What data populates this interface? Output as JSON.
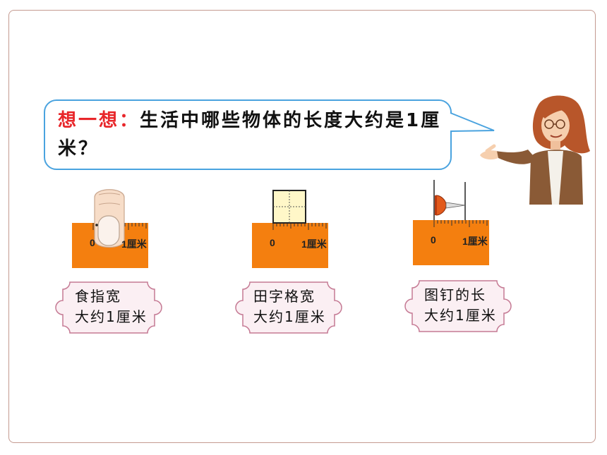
{
  "speech": {
    "prompt": "想一想：",
    "question": "生活中哪些物体的长度大约是1厘米？"
  },
  "examples": [
    {
      "object": "finger",
      "ruler_zero": "0",
      "ruler_one": "1厘米",
      "caption_line1": "食指宽",
      "caption_line2": "大约1厘米"
    },
    {
      "object": "grid",
      "ruler_zero": "0",
      "ruler_one": "1厘米",
      "caption_line1": "田字格宽",
      "caption_line2": "大约1厘米"
    },
    {
      "object": "pushpin",
      "ruler_zero": "0",
      "ruler_one": "1厘米",
      "caption_line1": "图钉的长",
      "caption_line2": "大约1厘米"
    }
  ],
  "colors": {
    "ruler": "#f47f0f",
    "frame": "#c49a90",
    "speech_border": "#4aa3df",
    "caption_border": "#c57a94",
    "caption_fill": "#fbeff3",
    "highlight": "#e8262a"
  },
  "icons": {
    "teacher": "teacher-illustration"
  }
}
